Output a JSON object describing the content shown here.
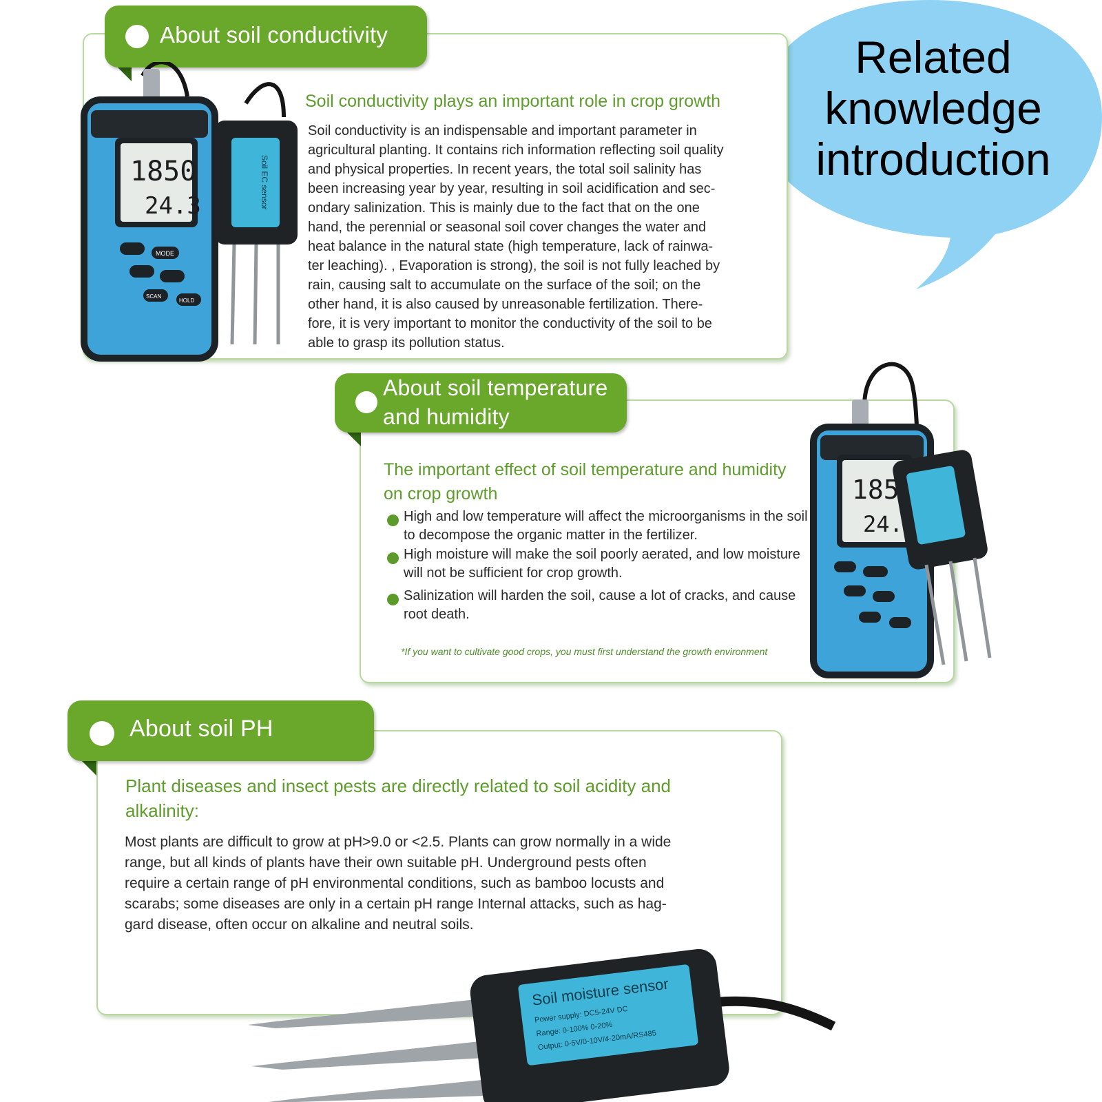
{
  "banner": {
    "title_line1": "Related",
    "title_line2": "knowledge",
    "title_line3": "introduction",
    "bubble_color": "#8fd2f3"
  },
  "sections": {
    "conductivity": {
      "tab_title": "About soil conductivity",
      "subheading": "Soil conductivity plays an important role in crop growth",
      "body_lines": [
        "Soil conductivity is an indispensable and important parameter in",
        "agricultural planting. It contains rich information reflecting soil quality",
        "and physical properties. In recent years, the total soil salinity has",
        "been increasing year by year, resulting in soil acidification and sec-",
        "ondary salinization. This is mainly due to the fact that on the one",
        "hand, the perennial or seasonal soil cover changes the water and",
        "heat balance in the natural state (high temperature, lack of rainwa-",
        "ter leaching). , Evaporation is strong), the soil is not fully leached by",
        "rain, causing salt to accumulate on the surface of the soil; on the",
        "other hand, it is also caused by unreasonable fertilization. There-",
        "fore, it is very important to monitor the conductivity of the soil to be",
        "able to grasp its pollution status."
      ]
    },
    "temperature_humidity": {
      "tab_title_line1": "About soil temperature",
      "tab_title_line2": "and humidity",
      "subheading_line1": "The important effect of soil temperature and humidity",
      "subheading_line2": "on crop growth",
      "bullets": [
        {
          "line1": "High and low temperature will affect the microorganisms in the soil",
          "line2": "to decompose the organic matter in the fertilizer."
        },
        {
          "line1": "High moisture will make the soil poorly aerated, and low moisture",
          "line2": "will not be sufficient for crop growth."
        },
        {
          "line1": "Salinization will harden the soil, cause a lot of cracks, and cause",
          "line2": "root death."
        }
      ],
      "footnote": "*If you want to cultivate good crops, you must first understand the growth environment"
    },
    "ph": {
      "tab_title": "About soil PH",
      "subheading_line1": "Plant diseases and insect pests are directly related to soil acidity and",
      "subheading_line2": "alkalinity:",
      "body_lines": [
        "Most plants are difficult to grow at pH>9.0 or <2.5. Plants can grow normally in a wide",
        "range, but all kinds of plants have their own suitable pH. Underground pests often",
        "require a certain range of pH environmental conditions, such as bamboo locusts and",
        "scarabs; some diseases are only in a certain pH range Internal attacks, such as hag-",
        "gard disease, often occur on alkaline and neutral soils."
      ]
    }
  },
  "devices": {
    "meter_reading_main": "1850",
    "meter_reading_secondary": "24.3",
    "meter_buttons": [
      "MODE",
      "SCAN",
      "HOLD"
    ],
    "ec_probe_label": "Soil EC sensor",
    "moisture_probe_label": "Soil moisture sensor",
    "moisture_probe_specs": [
      "Power supply: DC5-24V DC",
      "Range: 0-100% 0-20%",
      "Output: 0-5V/0-10V/4-20mA/RS485"
    ]
  },
  "colors": {
    "tab_green": "#6aa82b",
    "heading_green": "#5e9c2b",
    "meter_blue": "#3ea3d8",
    "device_black": "#1f2326"
  }
}
